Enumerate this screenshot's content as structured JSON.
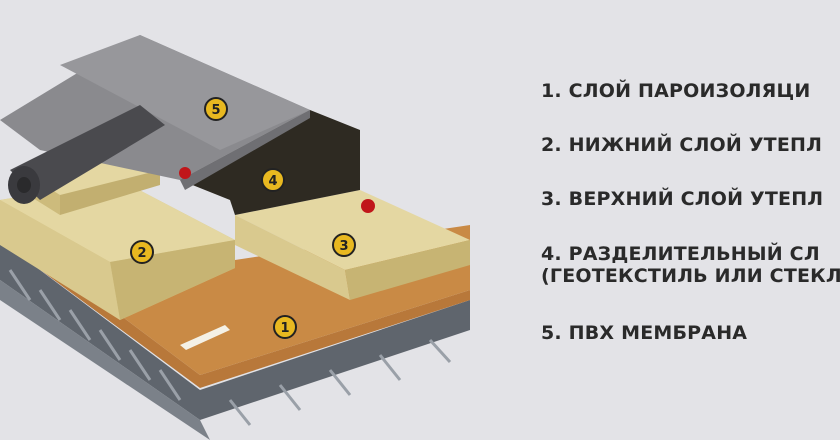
{
  "legend": {
    "items": [
      {
        "number": "1",
        "text": "1. СЛОЙ ПАРОИЗОЛЯЦИ"
      },
      {
        "number": "2",
        "text": "2. НИЖНИЙ СЛОЙ УТЕПЛ"
      },
      {
        "number": "3",
        "text": "3. ВЕРХНИЙ СЛОЙ УТЕПЛ"
      },
      {
        "number": "4",
        "text": "4. РАЗДЕЛИТЕЛЬНЫЙ СЛ",
        "subtext": "(ГЕОТЕКСТИЛЬ ИЛИ СТЕКЛ"
      },
      {
        "number": "5",
        "text": "5. ПВХ МЕМБРАНА"
      }
    ]
  },
  "markers": [
    "1",
    "2",
    "3",
    "4",
    "5"
  ],
  "colors": {
    "background": "#e3e3e7",
    "membrane": "#8a8a8e",
    "insulation": "#d9c98e",
    "vapor": "#c98a45",
    "geotextile": "#2e2a22",
    "deck": "#6e747c",
    "badge": "#e8b820"
  }
}
